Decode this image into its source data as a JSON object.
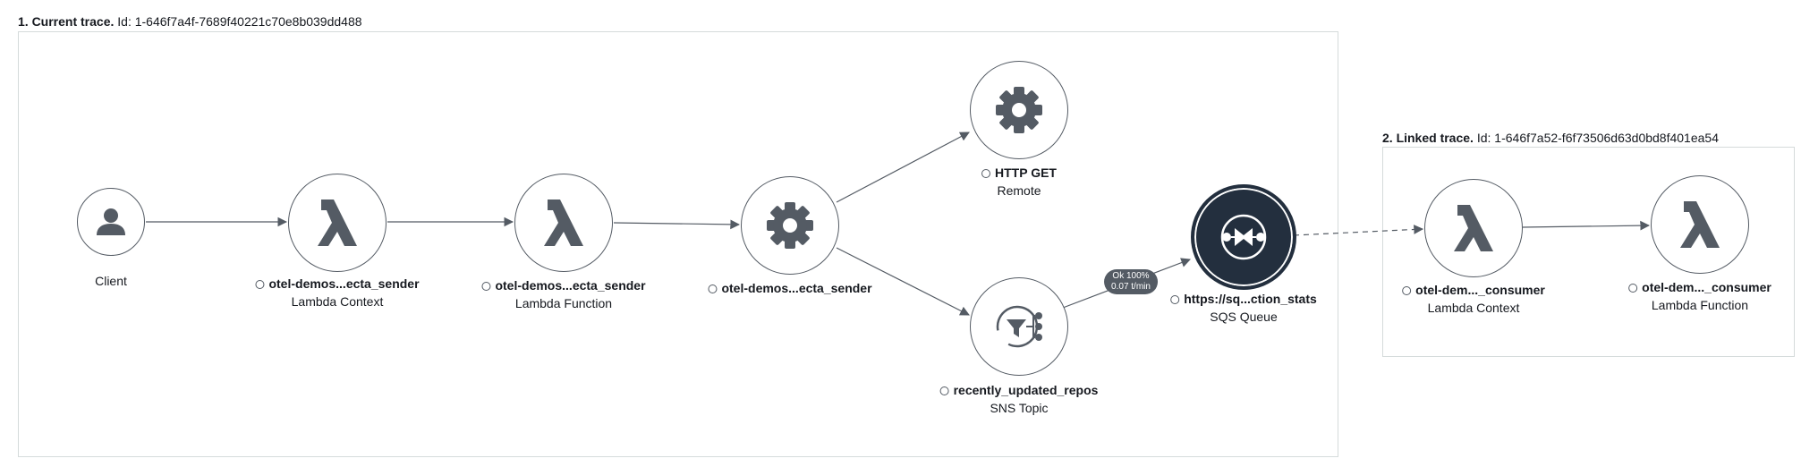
{
  "current_trace": {
    "title": "1. Current trace.",
    "id_label": "Id:",
    "id": "1-646f7a4f-7689f40221c70e8b039dd488"
  },
  "linked_trace": {
    "title": "2. Linked trace.",
    "id_label": "Id:",
    "id": "1-646f7a52-f6f73506d63d0bd8f401ea54"
  },
  "nodes": {
    "client": {
      "name": "Client",
      "icon": "user-icon"
    },
    "lambda_context": {
      "name": "otel-demos...ecta_sender",
      "type": "Lambda Context",
      "icon": "lambda-icon"
    },
    "lambda_function": {
      "name": "otel-demos...ecta_sender",
      "type": "Lambda Function",
      "icon": "lambda-icon"
    },
    "app": {
      "name": "otel-demos...ecta_sender",
      "type": "",
      "icon": "gear-icon"
    },
    "http_get": {
      "name": "HTTP GET",
      "type": "Remote",
      "icon": "gear-icon"
    },
    "sns": {
      "name": "recently_updated_repos",
      "type": "SNS Topic",
      "icon": "sns-topic-icon"
    },
    "sqs": {
      "name": "https://sq...ction_stats",
      "type": "SQS Queue",
      "icon": "sqs-queue-icon"
    },
    "linked_context": {
      "name": "otel-dem..._consumer",
      "type": "Lambda Context",
      "icon": "lambda-icon"
    },
    "linked_function": {
      "name": "otel-dem..._consumer",
      "type": "Lambda Function",
      "icon": "lambda-icon"
    }
  },
  "edge_badge": {
    "status": "Ok 100%",
    "rate": "0.07 t/min"
  },
  "colors": {
    "node_border": "#545b64",
    "selected_fill": "#232f3e",
    "icon": "#545b64",
    "edge": "#545b64",
    "box_border": "#d5dbdb"
  }
}
